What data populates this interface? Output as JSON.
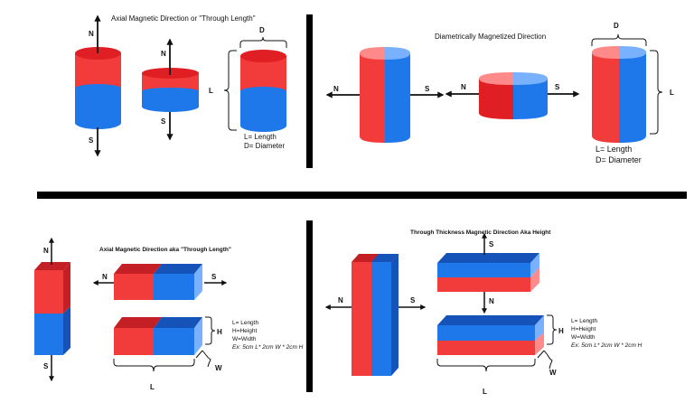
{
  "colors": {
    "red": "#f23b3b",
    "blue": "#1f78ea",
    "red_dark": "#c51f26",
    "blue_dark": "#1653b8",
    "red_light": "#ff8a8a",
    "blue_light": "#79b1ff",
    "divider": "#000000"
  },
  "top_left": {
    "title": "Axial Magnetic Direction or \"Through Length\"",
    "pole_n": "N",
    "pole_s": "S",
    "dim_d": "D",
    "dim_l": "L",
    "legend": [
      "L= Length",
      "D= Diameter"
    ]
  },
  "top_right": {
    "title": "Diametrically Magnetized Direction",
    "pole_n": "N",
    "pole_s": "S",
    "dim_d": "D",
    "dim_l": "L",
    "legend": [
      "L= Length",
      "D= Diameter"
    ]
  },
  "bottom_left": {
    "title": "Axial Magnetic Direction aka \"Through Length\"",
    "pole_n": "N",
    "pole_s": "S",
    "dim_h": "H",
    "dim_w": "W",
    "dim_l": "L",
    "legend": [
      "L= Length",
      "H=Height",
      "W=Width"
    ],
    "example": "Ex: 5cm L* 2cm W * 2cm H"
  },
  "bottom_right": {
    "title": "Through Thickness Magnetic Direction Aka Height",
    "pole_n": "N",
    "pole_s": "S",
    "dim_h": "H",
    "dim_w": "W",
    "dim_l": "L",
    "legend": [
      "L= Length",
      "H=Height",
      "W=Width"
    ],
    "example": "Ex: 5cm L* 2cm W * 2cm H"
  }
}
